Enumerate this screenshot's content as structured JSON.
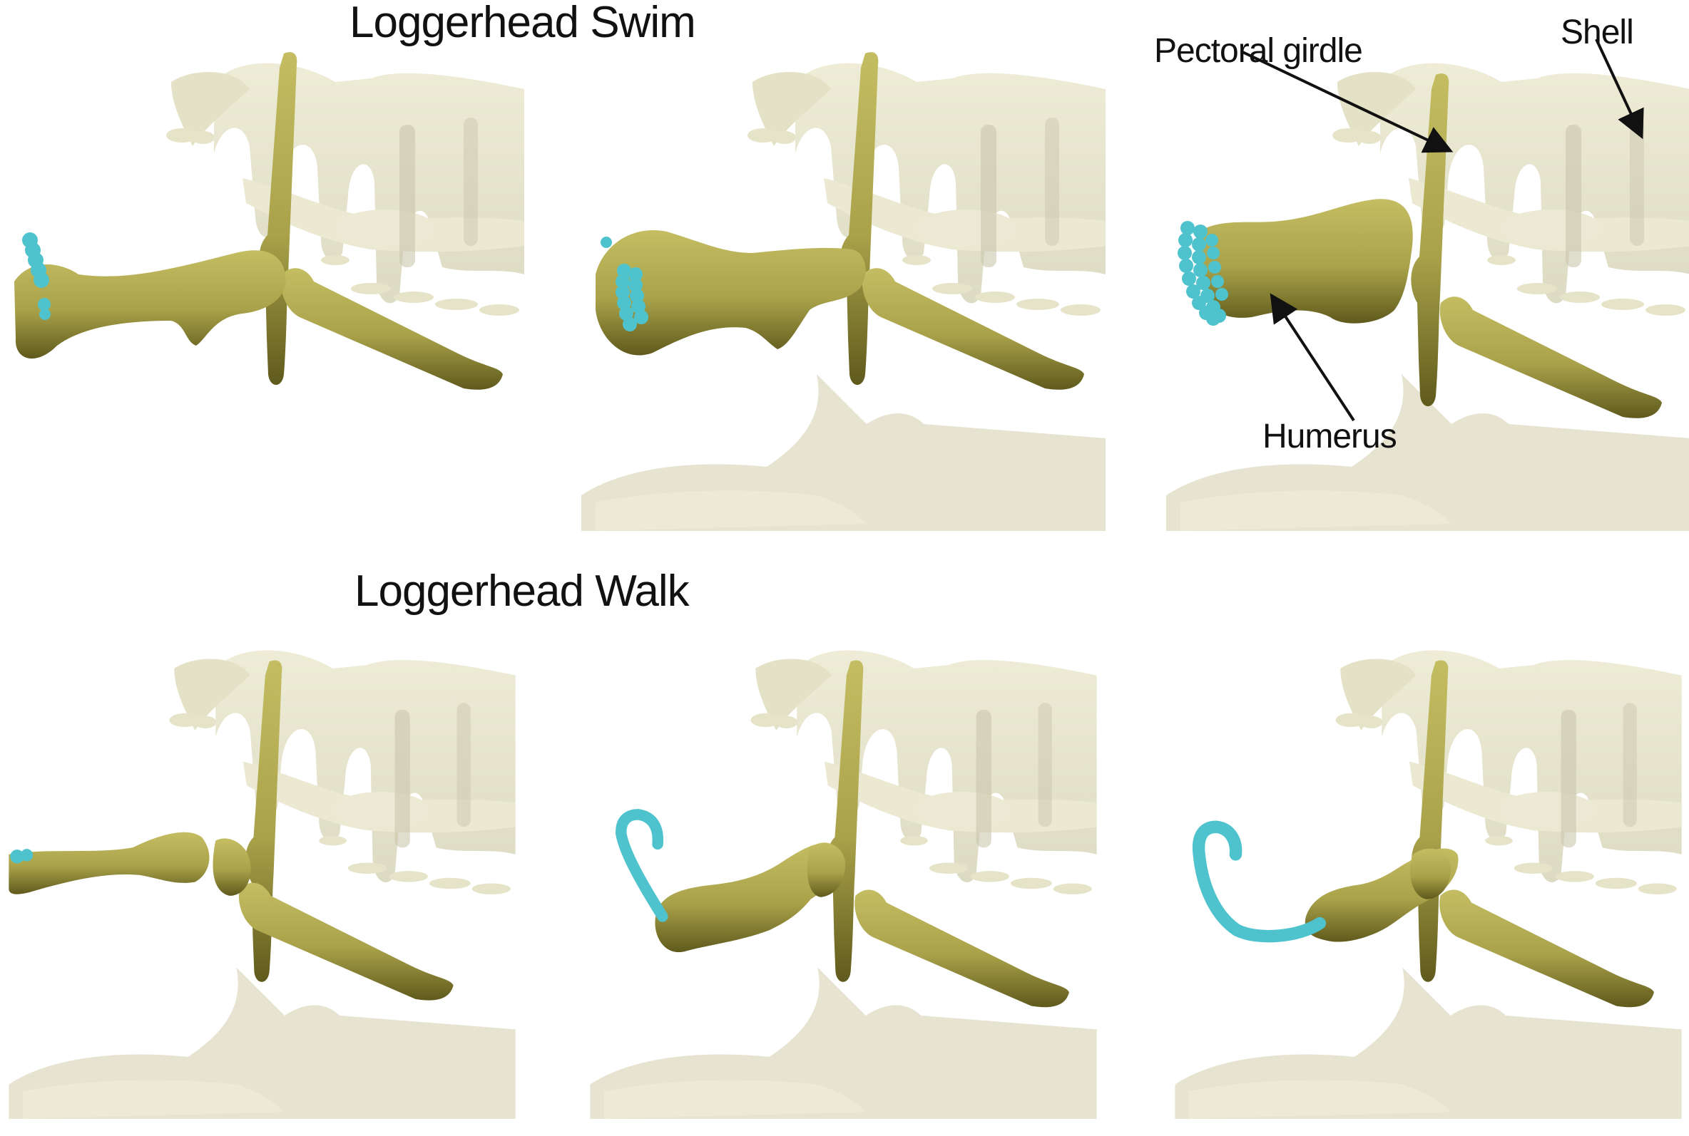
{
  "figure": {
    "rows": [
      {
        "title": "Loggerhead Swim",
        "panels": [
          {
            "id": "swim-1",
            "trajectory": "short vertical beads near humerus head"
          },
          {
            "id": "swim-2",
            "trajectory": "clustered beads on humerus head"
          },
          {
            "id": "swim-3",
            "trajectory": "elliptical bead ring at humerus end"
          }
        ]
      },
      {
        "title": "Loggerhead Walk",
        "panels": [
          {
            "id": "walk-1",
            "trajectory": "single bead at humerus tip"
          },
          {
            "id": "walk-2",
            "trajectory": "hooked bead path"
          },
          {
            "id": "walk-3",
            "trajectory": "long hooked bead path"
          }
        ]
      }
    ],
    "annotations": [
      {
        "label": "Pectoral girdle"
      },
      {
        "label": "Shell"
      },
      {
        "label": "Humerus"
      }
    ],
    "colors": {
      "bone": "#b3ac52",
      "bone_shadow": "#5f5a1c",
      "trajectory": "#4fc3cd",
      "shell_faded": "#e6e4c8",
      "shell_shadow": "#c9c7ad",
      "text": "#111111"
    }
  }
}
